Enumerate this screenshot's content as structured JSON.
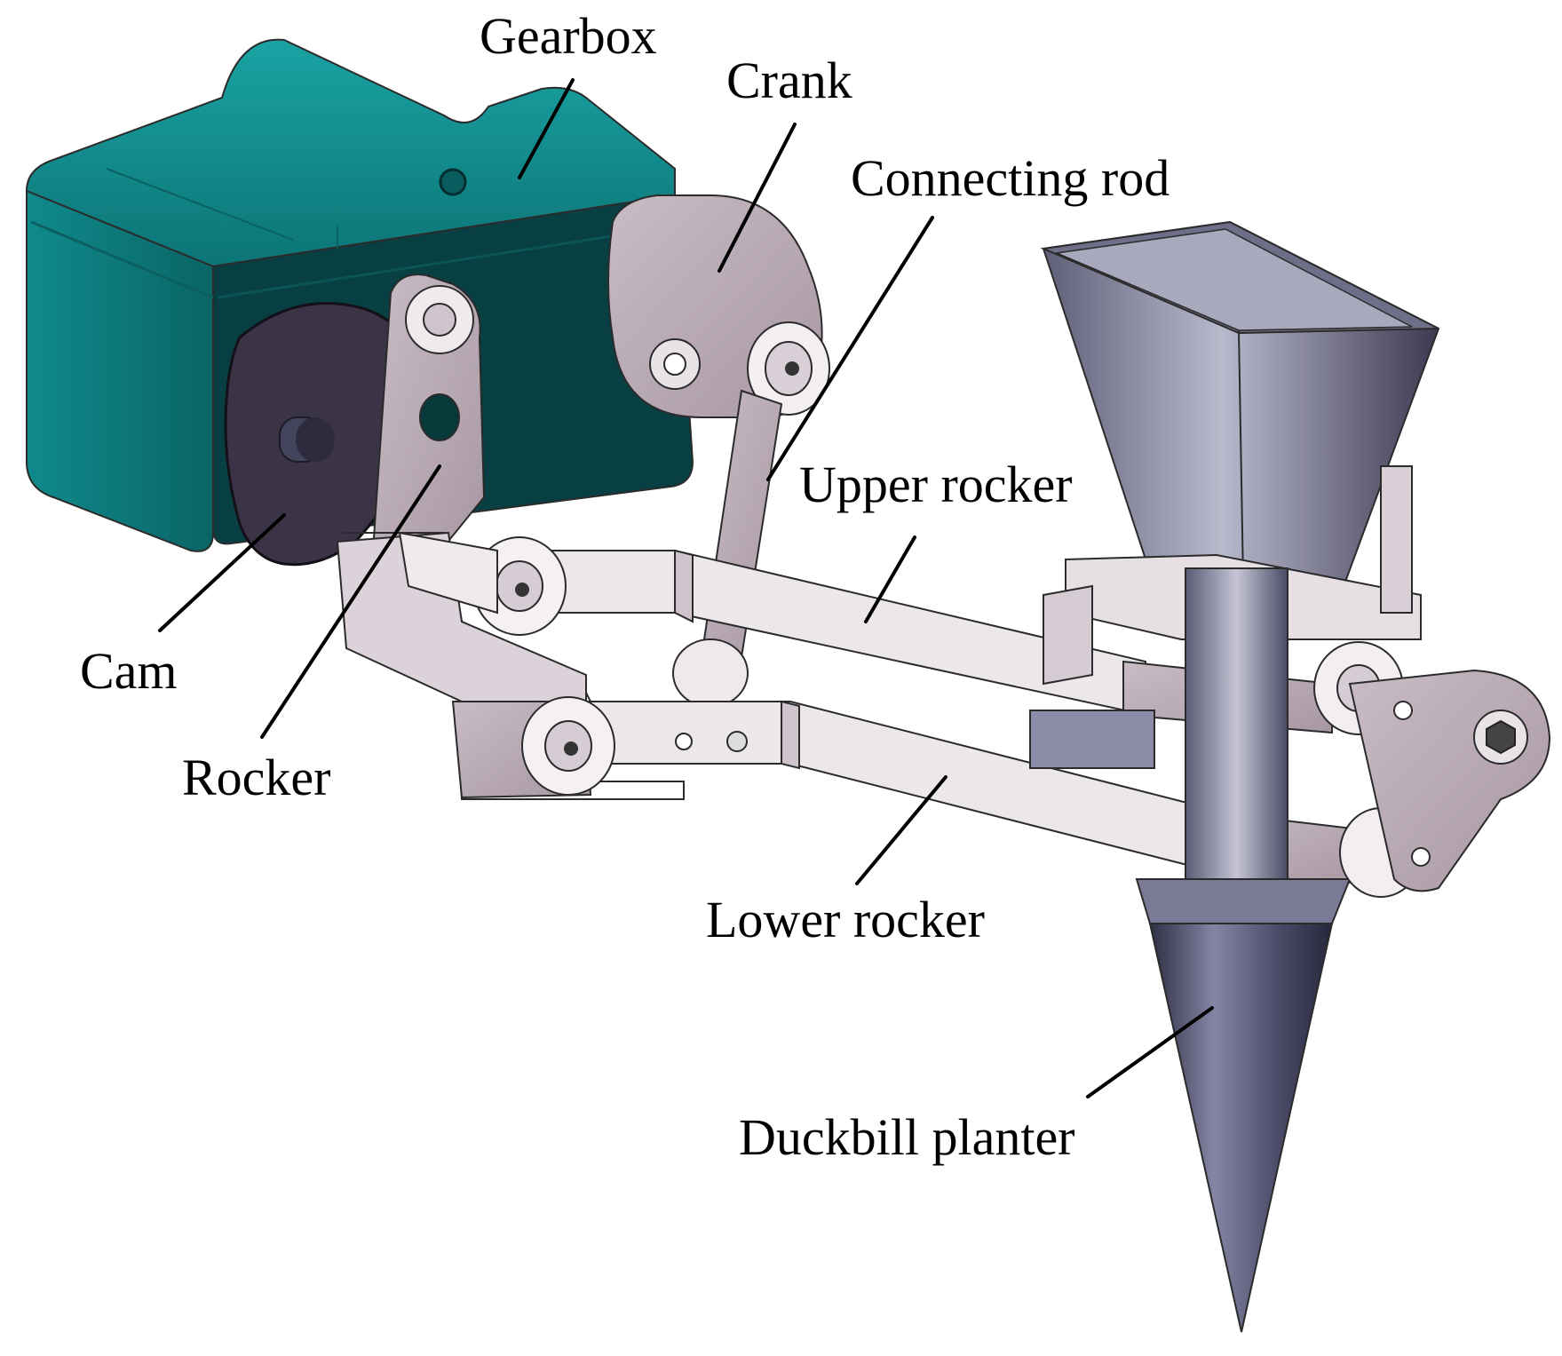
{
  "labels": {
    "gearbox": "Gearbox",
    "crank": "Crank",
    "connecting_rod": "Connecting rod",
    "upper_rocker": "Upper rocker",
    "cam": "Cam",
    "rocker": "Rocker",
    "lower_rocker": "Lower rocker",
    "duckbill_planter": "Duckbill planter"
  },
  "colors": {
    "gearbox": "#0f7f80",
    "gearbox_dark": "#063d40",
    "metal_plate": "#b7a8b2",
    "metal_light": "#e9e3e8",
    "cam": "#3a3346",
    "cone": "#5a5a7a",
    "hopper": "#8d8da6"
  }
}
